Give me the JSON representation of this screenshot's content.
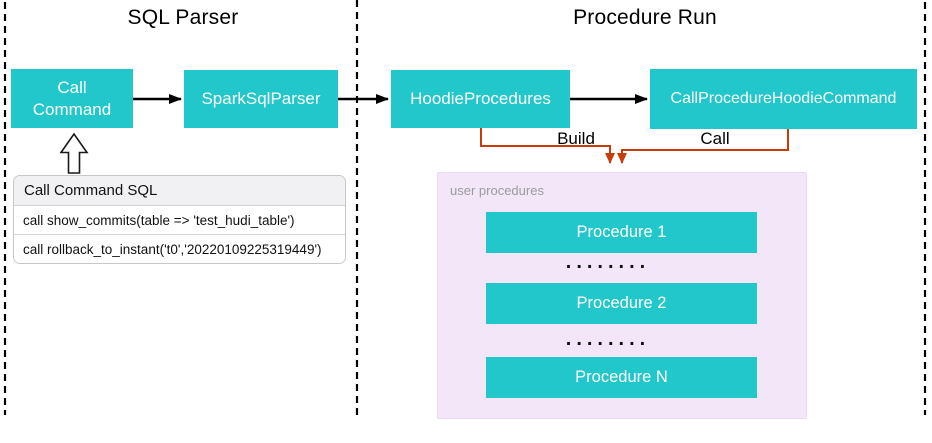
{
  "sections": {
    "sql_parser": {
      "title": "SQL Parser"
    },
    "procedure_run": {
      "title": "Procedure Run"
    }
  },
  "nodes": {
    "call_command": "Call Command",
    "spark_sql_parser": "SparkSqlParser",
    "hoodie_procedures": "HoodieProcedures",
    "call_procedure_hoodie_command": "CallProcedureHoodieCommand"
  },
  "edges": {
    "build_label": "Build",
    "call_label": "Call"
  },
  "sql_panel": {
    "title": "Call Command SQL",
    "examples": [
      "call show_commits(table => 'test_hudi_table')",
      "call rollback_to_instant('t0','20220109225319449')"
    ]
  },
  "user_procedures": {
    "label": "user procedures",
    "items": [
      "Procedure 1",
      "Procedure 2",
      "Procedure N"
    ],
    "ellipsis": "........"
  },
  "colors": {
    "node_fill": "#21C7CB",
    "procedures_bg": "#F3E6F8",
    "edge_orange": "#C83C0A"
  }
}
